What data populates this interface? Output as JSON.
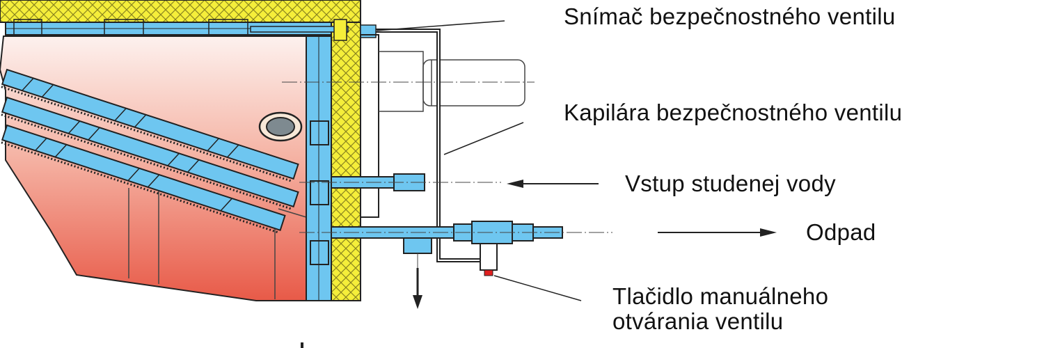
{
  "diagram": {
    "labels": {
      "sensor": "Snímač bezpečnostného ventilu",
      "capillary": "Kapilára bezpečnostného ventilu",
      "cold_water_inlet": "Vstup studenej vody",
      "waste": "Odpad",
      "manual_button_line1": "Tlačidlo manuálneho",
      "manual_button_line2": "otvárania ventilu"
    },
    "colors": {
      "insulation_fill": "#f5ee3a",
      "insulation_hatch": "#8a8520",
      "water_jacket": "#6ec6f0",
      "chamber_top": "#fdeee8",
      "chamber_bottom": "#e85a48",
      "outline": "#222222",
      "button_red": "#e02020"
    }
  }
}
